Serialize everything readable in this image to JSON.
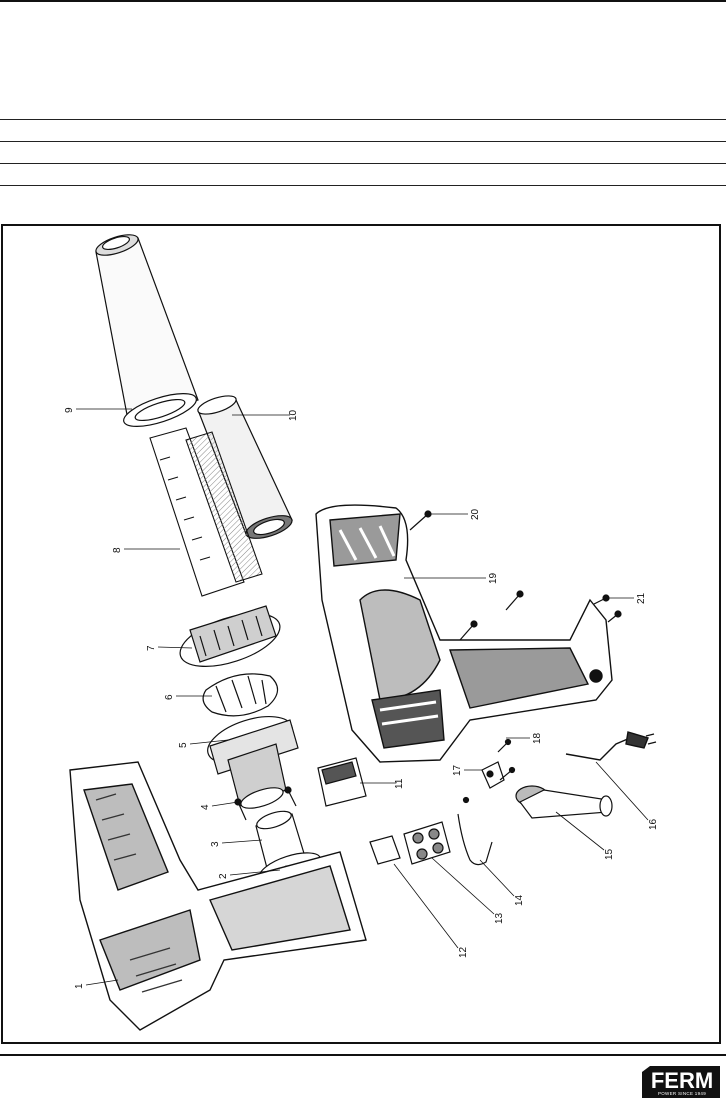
{
  "logo": {
    "word": "FERM",
    "tagline": "POWER SINCE 1949"
  },
  "diagram": {
    "part_labels": [
      "1",
      "2",
      "3",
      "4",
      "5",
      "6",
      "7",
      "8",
      "9",
      "10",
      "11",
      "12",
      "13",
      "14",
      "15",
      "16",
      "17",
      "18",
      "19",
      "20",
      "21"
    ]
  },
  "colors": {
    "line": "#111111",
    "shade": "#bdbdbd",
    "dark": "#555555",
    "background": "#ffffff"
  }
}
